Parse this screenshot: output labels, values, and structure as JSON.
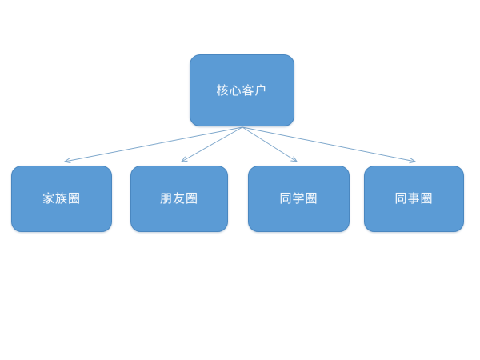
{
  "diagram": {
    "type": "hierarchy-tree",
    "background_color": "#FFFFFF",
    "node_fill_color": "#5B9BD5",
    "node_border_color": "#4A87C0",
    "node_text_color": "#F2F7FC",
    "connector_color": "#7FA8CC",
    "root": {
      "label": "核心客户"
    },
    "leaves": [
      {
        "label": "家族圈"
      },
      {
        "label": "朋友圈"
      },
      {
        "label": "同学圈"
      },
      {
        "label": "同事圈"
      }
    ],
    "connectors": [
      {
        "from": "核心客户",
        "to": "家族圈"
      },
      {
        "from": "核心客户",
        "to": "朋友圈"
      },
      {
        "from": "核心客户",
        "to": "同学圈"
      },
      {
        "from": "核心客户",
        "to": "同事圈"
      }
    ]
  }
}
